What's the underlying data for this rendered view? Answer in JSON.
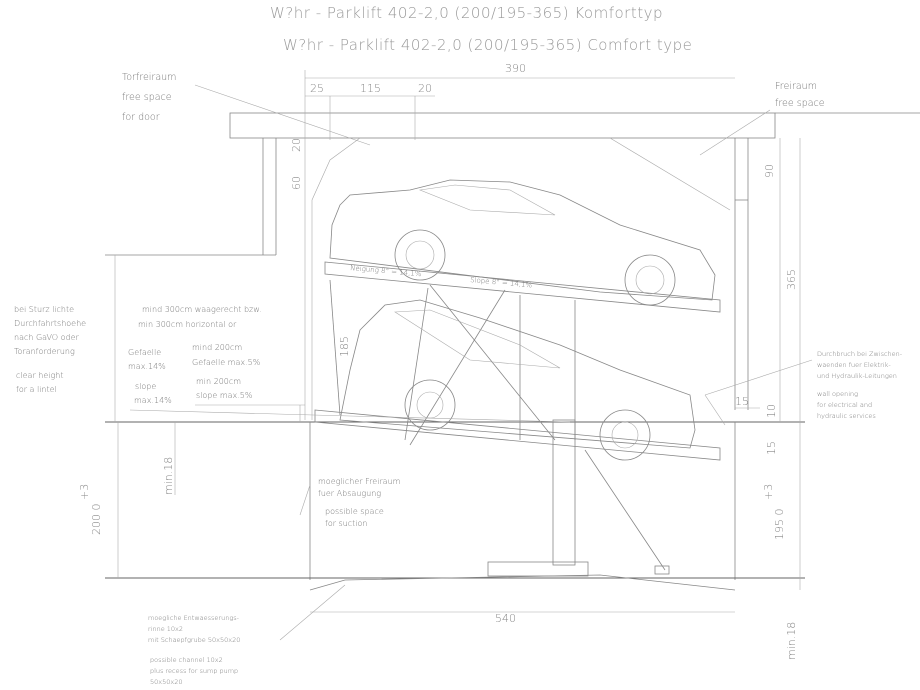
{
  "titles": {
    "de": "W?hr - Parklift 402-2,0 (200/195-365) Komforttyp",
    "en": "W?hr - Parklift 402-2,0 (200/195-365) Comfort type"
  },
  "notes": {
    "door_space": [
      "Torfreiraum",
      "free space",
      "for door"
    ],
    "free_space": [
      "Freiraum",
      "free space"
    ],
    "lintel_de": [
      "bei Sturz lichte",
      "Durchfahrtshoehe",
      "nach GaVO oder",
      "Toranforderung"
    ],
    "lintel_en": [
      "clear height",
      "for a lintel"
    ],
    "horizontal": [
      "mind 300cm waagerecht bzw.",
      "min 300cm horizontal or"
    ],
    "slope14": [
      "Gefaelle",
      "max.14%",
      "slope",
      "max.14%"
    ],
    "slope5": [
      "mind 200cm",
      "Gefaelle max.5%",
      "min 200cm",
      "slope max.5%"
    ],
    "platform_de": "Neigung 8° = 14,1%",
    "platform_en": "Slope 8° = 14,1%",
    "wall_opening_de": [
      "Durchbruch bei Zwischen-",
      "waenden fuer Elektrik-",
      "und Hydraulik-Leitungen"
    ],
    "wall_opening_en": [
      "wall opening",
      "for electrical and",
      "hydraulic services"
    ],
    "suction_de": [
      "moeglicher Freiraum",
      "fuer Absaugung"
    ],
    "suction_en": [
      "possible space",
      "for suction"
    ],
    "channel_de": [
      "moegliche Entwaesserungs-",
      "rinne 10x2",
      "mit Schaepfgrube 50x50x20"
    ],
    "channel_en": [
      "possible channel 10x2",
      "plus recess for sump pump",
      "50x50x20"
    ]
  },
  "dimensions": {
    "width_top": "390",
    "d25": "25",
    "d115": "115",
    "d20": "20",
    "d20v": "20",
    "d60": "60",
    "d90": "90",
    "d365": "365",
    "d185": "185",
    "d15a": "15",
    "d10": "10",
    "d15b": "15",
    "min18a": "min.18",
    "min18b": "min.18",
    "pit_left": "200 0",
    "pit_left_tol": "+3",
    "pit_right": "195 0",
    "pit_right_tol": "+3",
    "width_bottom": "540"
  }
}
